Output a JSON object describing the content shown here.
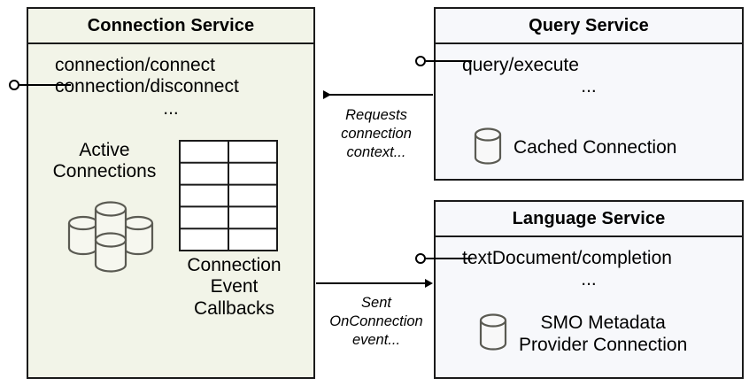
{
  "diagram": {
    "type": "component-diagram",
    "title": "",
    "colors": {
      "connection_service_fill": "#f2f4e8",
      "query_service_fill": "#f7f8fb",
      "language_service_fill": "#f7f8fb",
      "border": "#1a1a1a",
      "cylinder_stroke": "#5a5a52",
      "text": "#000000"
    },
    "components": [
      {
        "id": "connection-service",
        "title": "Connection Service",
        "operations": [
          "connection/connect",
          "connection/disconnect"
        ],
        "ellipsis": "...",
        "resources": [
          {
            "id": "active-connections",
            "label_lines": [
              "Active",
              "Connections"
            ],
            "icon": "database-cluster-icon"
          },
          {
            "id": "connection-event-callbacks",
            "label_lines": [
              "Connection",
              "Event",
              "Callbacks"
            ],
            "icon": "table-grid-icon"
          }
        ],
        "interface": {
          "name": "provided-interface",
          "icon": "lollipop-icon"
        }
      },
      {
        "id": "query-service",
        "title": "Query Service",
        "operations": [
          "query/execute"
        ],
        "ellipsis": "...",
        "resources": [
          {
            "id": "cached-connection",
            "label_lines": [
              "Cached Connection"
            ],
            "icon": "database-icon"
          }
        ],
        "interface": {
          "name": "provided-interface",
          "icon": "lollipop-icon"
        }
      },
      {
        "id": "language-service",
        "title": "Language Service",
        "operations": [
          "textDocument/completion"
        ],
        "ellipsis": "...",
        "resources": [
          {
            "id": "smo-metadata-provider-connection",
            "label_lines": [
              "SMO Metadata",
              "Provider Connection"
            ],
            "icon": "database-icon"
          }
        ],
        "interface": {
          "name": "provided-interface",
          "icon": "lollipop-icon"
        }
      }
    ],
    "edges": [
      {
        "id": "query-to-connection",
        "from": "query-service",
        "to": "connection-service",
        "direction": "left",
        "label_lines": [
          "Requests",
          "connection",
          "context..."
        ]
      },
      {
        "id": "connection-to-language",
        "from": "connection-service",
        "to": "language-service",
        "direction": "right",
        "label_lines": [
          "Sent",
          "OnConnection",
          "event..."
        ]
      }
    ]
  }
}
